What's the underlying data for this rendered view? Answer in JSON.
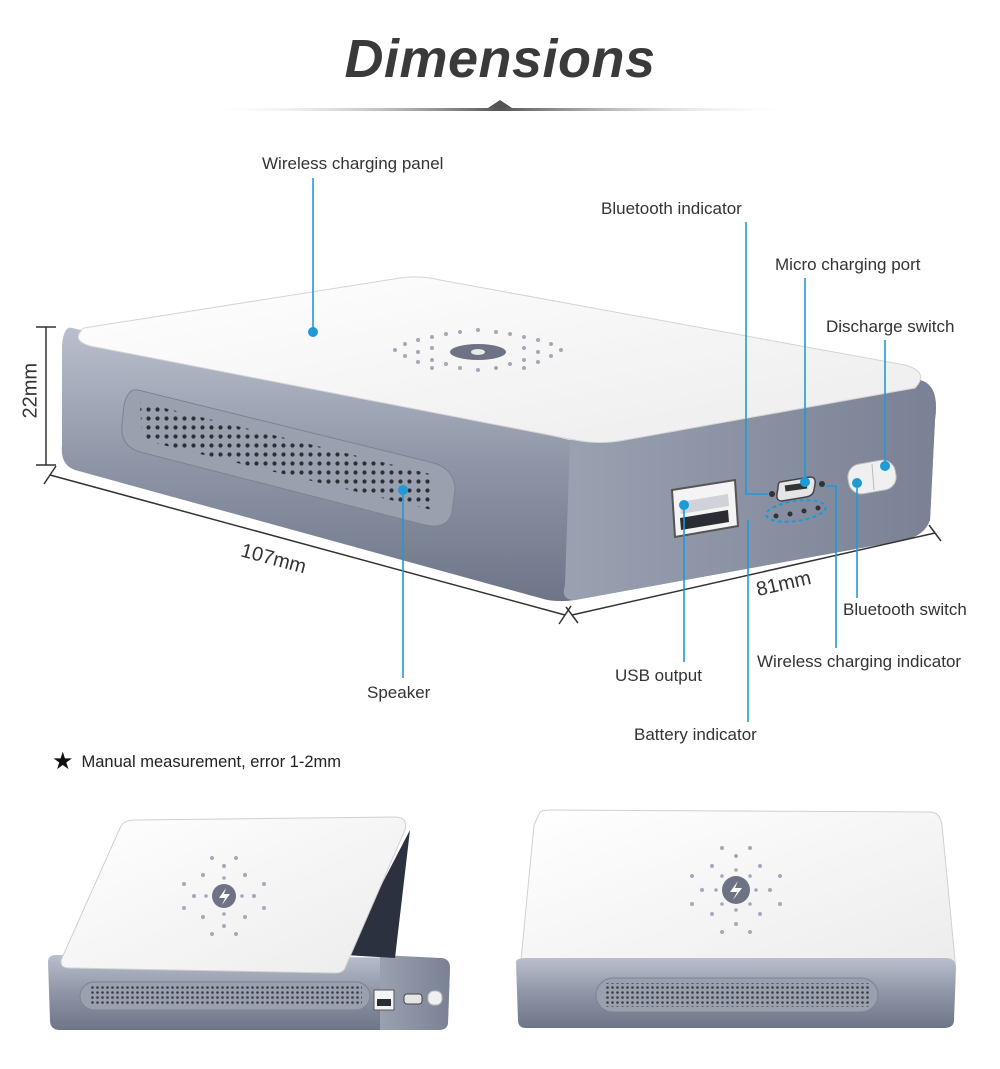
{
  "title": "Dimensions",
  "labels": {
    "wireless_panel": "Wireless charging panel",
    "bluetooth_indicator": "Bluetooth indicator",
    "micro_port": "Micro charging port",
    "discharge_switch": "Discharge switch",
    "bluetooth_switch": "Bluetooth switch",
    "wireless_indicator": "Wireless charging indicator",
    "usb_output": "USB output",
    "battery_indicator": "Battery indicator",
    "speaker": "Speaker"
  },
  "dimensions": {
    "height": "22mm",
    "length": "107mm",
    "width": "81mm"
  },
  "note": {
    "icon": "star-icon",
    "text": "Manual measurement, error 1-2mm"
  },
  "colors": {
    "callout": "#1e9ad6",
    "body": "#8e95a6",
    "panel": "#f7f7f7"
  }
}
